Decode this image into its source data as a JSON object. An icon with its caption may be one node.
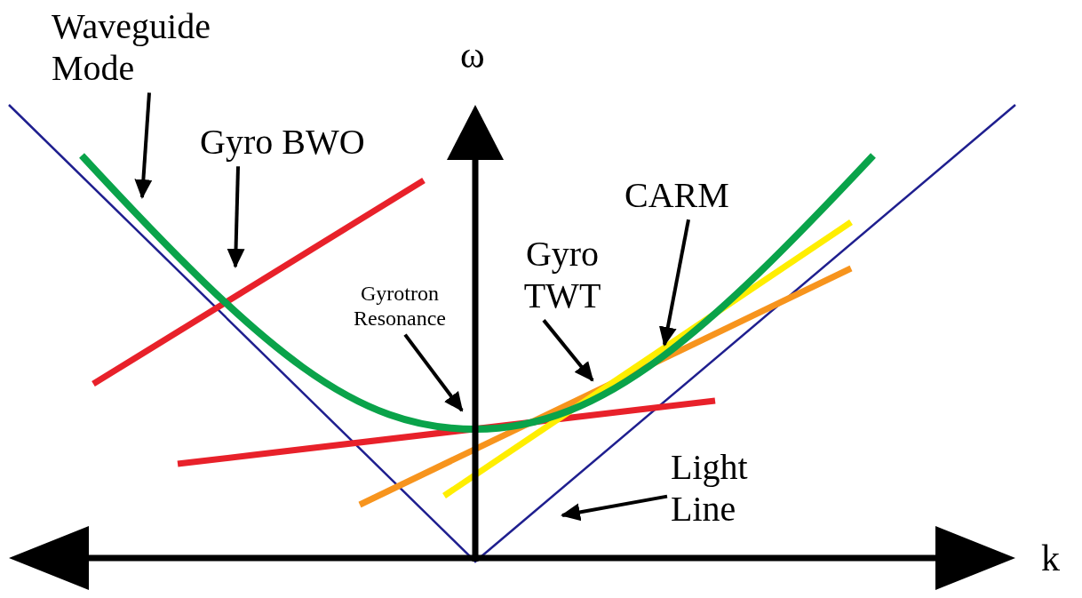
{
  "diagram": {
    "nodes": [
      {
        "text": [
          "Waveguide Mode"
        ]
      },
      {
        "text": [
          "Gyro BWO"
        ]
      },
      {
        "text": [
          "Gyrotron Resonance"
        ]
      },
      {
        "text": [
          "Gyro TWT"
        ]
      },
      {
        "text": [
          "CARM"
        ]
      },
      {
        "text": [
          "Light Line"
        ]
      }
    ],
    "edges": [
      {
        "from": 0,
        "to": null,
        "arrow": "to"
      },
      {
        "from": 1,
        "to": null,
        "arrow": "to"
      },
      {
        "from": 2,
        "to": null,
        "arrow": "to"
      },
      {
        "from": 3,
        "to": null,
        "arrow": "to"
      },
      {
        "from": 4,
        "to": null,
        "arrow": "to"
      },
      {
        "from": 5,
        "to": null,
        "arrow": "to"
      }
    ],
    "labels": [
      "ω",
      "k"
    ]
  }
}
